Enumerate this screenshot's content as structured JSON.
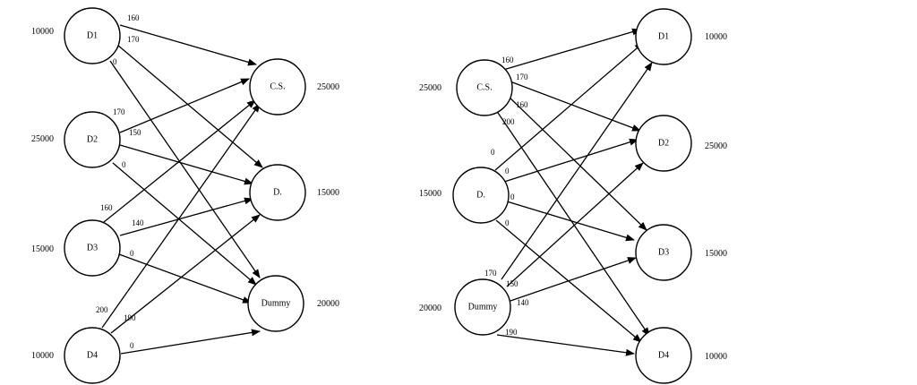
{
  "left": {
    "sources": [
      {
        "label": "D1",
        "supply": "10000"
      },
      {
        "label": "D2",
        "supply": "25000"
      },
      {
        "label": "D3",
        "supply": "15000"
      },
      {
        "label": "D4",
        "supply": "10000"
      }
    ],
    "sinks": [
      {
        "label": "C.S.",
        "demand": "25000"
      },
      {
        "label": "D.",
        "demand": "15000"
      },
      {
        "label": "Dummy",
        "demand": "20000"
      }
    ],
    "edge_costs": [
      [
        "160",
        "170",
        "0"
      ],
      [
        "170",
        "150",
        "0"
      ],
      [
        "160",
        "140",
        "0"
      ],
      [
        "200",
        "190",
        "0"
      ]
    ]
  },
  "right": {
    "sources": [
      {
        "label": "C.S.",
        "supply": "25000"
      },
      {
        "label": "D.",
        "supply": "15000"
      },
      {
        "label": "Dummy",
        "supply": "20000"
      }
    ],
    "sinks": [
      {
        "label": "D1",
        "demand": "10000"
      },
      {
        "label": "D2",
        "demand": "25000"
      },
      {
        "label": "D3",
        "demand": "15000"
      },
      {
        "label": "D4",
        "demand": "10000"
      }
    ],
    "edge_costs": [
      [
        "160",
        "170",
        "160",
        "200"
      ],
      [
        "0",
        "0",
        "0",
        "0"
      ],
      [
        "170",
        "150",
        "140",
        "190"
      ]
    ]
  }
}
